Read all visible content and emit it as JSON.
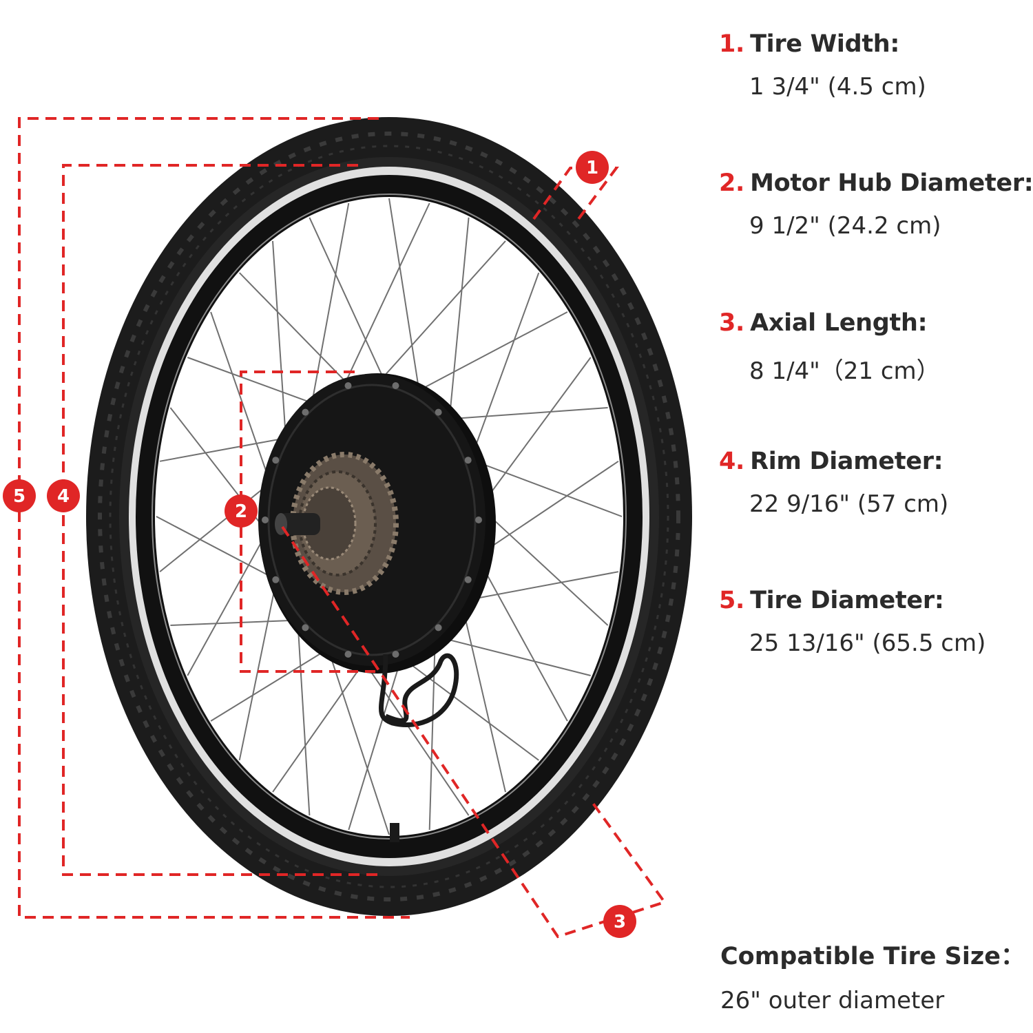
{
  "specs": [
    {
      "number": "1.",
      "title": "Tire Width:",
      "value": "1 3/4\" (4.5 cm)"
    },
    {
      "number": "2.",
      "title": "Motor Hub Diameter:",
      "value": "9 1/2\" (24.2 cm)"
    },
    {
      "number": "3.",
      "title": "Axial Length:",
      "value": "8 1/4\"（21 cm）"
    },
    {
      "number": "4.",
      "title": "Rim Diameter:",
      "value": "22 9/16\" (57 cm)"
    },
    {
      "number": "5.",
      "title": "Tire Diameter:",
      "value": "25 13/16\" (65.5 cm)"
    }
  ],
  "compatible": {
    "title": "Compatible Tire Size：",
    "value": "26\" outer diameter"
  },
  "badges": {
    "b1": "1",
    "b2": "2",
    "b3": "3",
    "b4": "4",
    "b5": "5"
  },
  "colors": {
    "accent": "#e02626",
    "text": "#2b2b2b",
    "tire": "#1c1c1c",
    "rim": "#d8d8d8"
  }
}
